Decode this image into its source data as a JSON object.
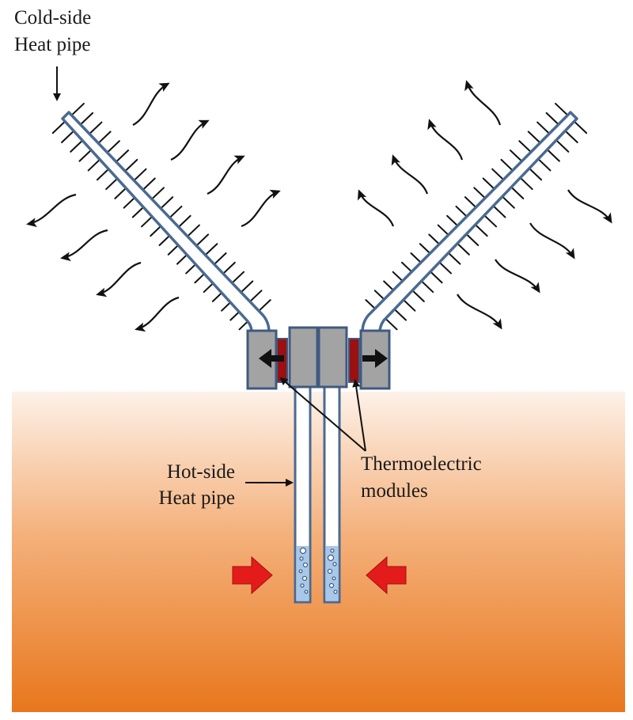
{
  "labels": {
    "cold_side_line1": "Cold-side",
    "cold_side_line2": "Heat pipe",
    "hot_side_line1": "Hot-side",
    "hot_side_line2": "Heat pipe",
    "thermo_line1": "Thermoelectric",
    "thermo_line2": "modules"
  },
  "colors": {
    "ground_top": "#fdf1e8",
    "ground_bottom": "#e8771d",
    "pipe_stroke": "#4a6a92",
    "pipe_fill": "#ffffff",
    "fluid_fill": "#a8c8ea",
    "block_fill": "#a3a3a3",
    "block_stroke": "#3f5a80",
    "module_fill": "#9b1010",
    "heat_arrow": "#e41b1b",
    "ink": "#111111"
  }
}
